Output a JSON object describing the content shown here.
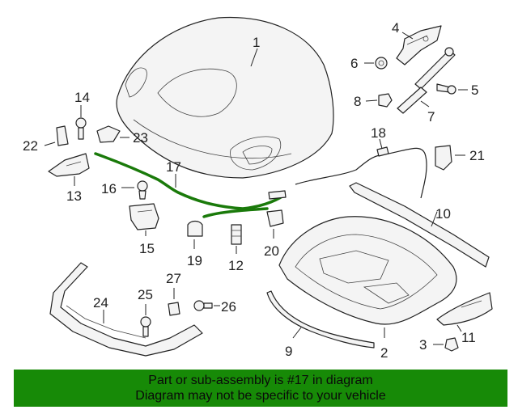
{
  "diagram": {
    "labels": {
      "p1": "1",
      "p2": "2",
      "p3": "3",
      "p4": "4",
      "p5": "5",
      "p6": "6",
      "p7": "7",
      "p8": "8",
      "p9": "9",
      "p10": "10",
      "p11": "11",
      "p12": "12",
      "p13": "13",
      "p14": "14",
      "p15": "15",
      "p16": "16",
      "p17": "17",
      "p18": "18",
      "p19": "19",
      "p20": "20",
      "p21": "21",
      "p22": "22",
      "p23": "23",
      "p24": "24",
      "p25": "25",
      "p26": "26",
      "p27": "27"
    },
    "highlight_color": "#1a7a0a"
  },
  "footer": {
    "line1": "Part or sub-assembly is #17 in diagram",
    "line2": "Diagram may not be specific to your vehicle",
    "background": "#178a07"
  }
}
